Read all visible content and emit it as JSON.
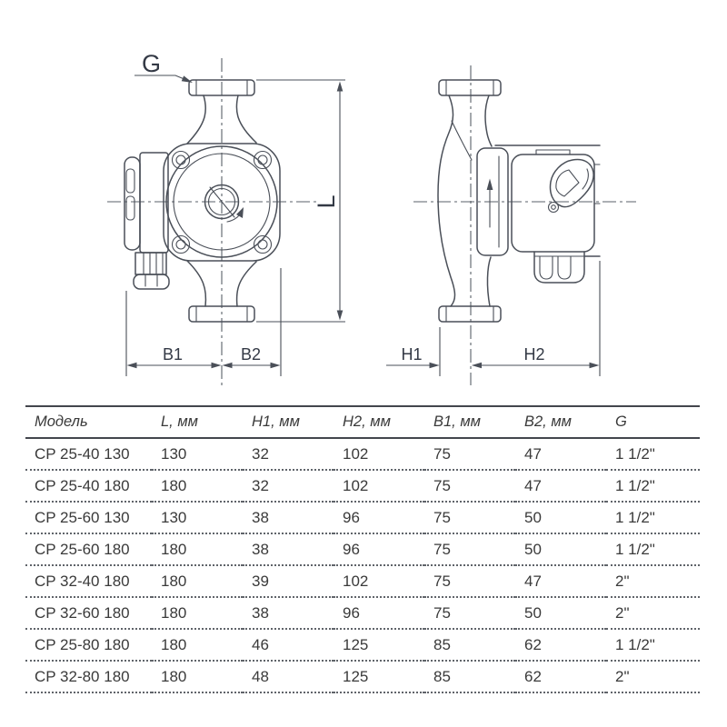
{
  "diagram": {
    "labels": {
      "g": "G",
      "l": "L",
      "b1": "B1",
      "b2": "B2",
      "h1": "H1",
      "h2": "H2"
    },
    "views": {
      "front": "pump-front-view",
      "side": "pump-side-view"
    },
    "colors": {
      "line": "#4a4f58",
      "centerline": "#5a6068",
      "label": "#333945"
    }
  },
  "table": {
    "colors": {
      "border": "#43464d",
      "text": "#3a3a3a",
      "row_divider": "#60646a"
    },
    "headers": [
      "Модель",
      "L, мм",
      "H1, мм",
      "H2, мм",
      "B1, мм",
      "B2, мм",
      "G"
    ],
    "rows": [
      {
        "model": "CP 25-40 130",
        "l": "130",
        "h1": "32",
        "h2": "102",
        "b1": "75",
        "b2": "47",
        "g": "1 1/2\""
      },
      {
        "model": "CP 25-40 180",
        "l": "180",
        "h1": "32",
        "h2": "102",
        "b1": "75",
        "b2": "47",
        "g": "1 1/2\""
      },
      {
        "model": "CP 25-60 130",
        "l": "130",
        "h1": "38",
        "h2": "96",
        "b1": "75",
        "b2": "50",
        "g": "1 1/2\""
      },
      {
        "model": "CP 25-60 180",
        "l": "180",
        "h1": "38",
        "h2": "96",
        "b1": "75",
        "b2": "50",
        "g": "1 1/2\""
      },
      {
        "model": "CP 32-40 180",
        "l": "180",
        "h1": "39",
        "h2": "102",
        "b1": "75",
        "b2": "47",
        "g": "2\""
      },
      {
        "model": "CP 32-60 180",
        "l": "180",
        "h1": "38",
        "h2": "96",
        "b1": "75",
        "b2": "50",
        "g": "2\""
      },
      {
        "model": "CP 25-80 180",
        "l": "180",
        "h1": "46",
        "h2": "125",
        "b1": "85",
        "b2": "62",
        "g": "1 1/2\""
      },
      {
        "model": "CP 32-80 180",
        "l": "180",
        "h1": "48",
        "h2": "125",
        "b1": "85",
        "b2": "62",
        "g": "2\""
      }
    ]
  }
}
